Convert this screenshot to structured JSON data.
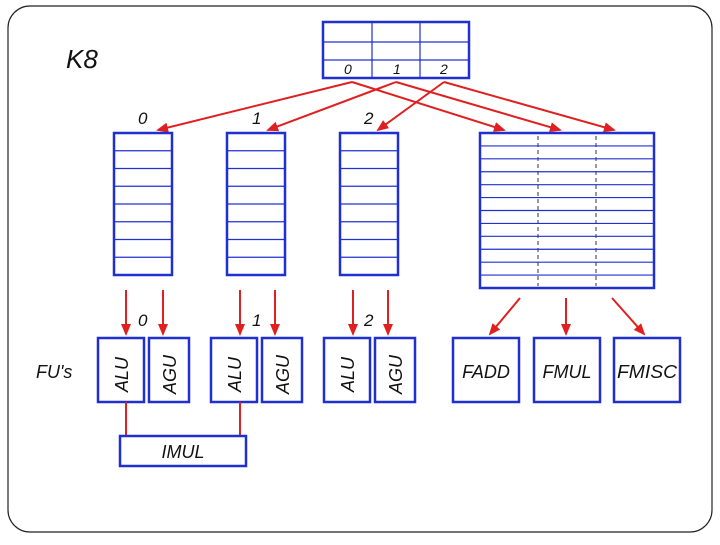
{
  "slide_title": "K8",
  "dispatch_indices": [
    "0",
    "1",
    "2"
  ],
  "queue_labels": [
    "0",
    "1",
    "2"
  ],
  "pipe_labels": [
    "0",
    "1",
    "2"
  ],
  "fu_row_label": "FU's",
  "int_units": {
    "alu": "ALU",
    "agu": "AGU"
  },
  "fp_units": [
    "FADD",
    "FMUL",
    "FMISC"
  ],
  "imul_label": "IMUL",
  "colors": {
    "box": "#2030d0",
    "arrow": "#e02020"
  }
}
